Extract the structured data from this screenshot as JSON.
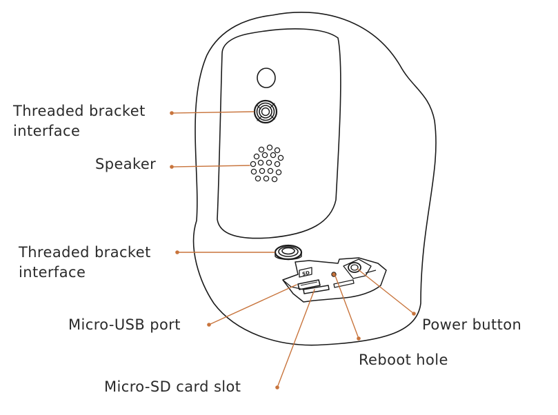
{
  "diagram": {
    "callouts": {
      "threaded_bracket_top": {
        "line1": "Threaded bracket",
        "line2": "interface"
      },
      "speaker": {
        "label": "Speaker"
      },
      "threaded_bracket_bottom": {
        "line1": "Threaded bracket",
        "line2": "interface"
      },
      "micro_usb": {
        "label": "Micro-USB port"
      },
      "power_button": {
        "label": "Power button"
      },
      "reboot_hole": {
        "label": "Reboot hole"
      },
      "micro_sd": {
        "label": "Micro-SD card slot"
      }
    },
    "port_marking": "SD"
  },
  "colors": {
    "outline": "#1a1a1a",
    "leader": "#c8743c",
    "text": "#2a2a2a",
    "background": "#ffffff"
  }
}
